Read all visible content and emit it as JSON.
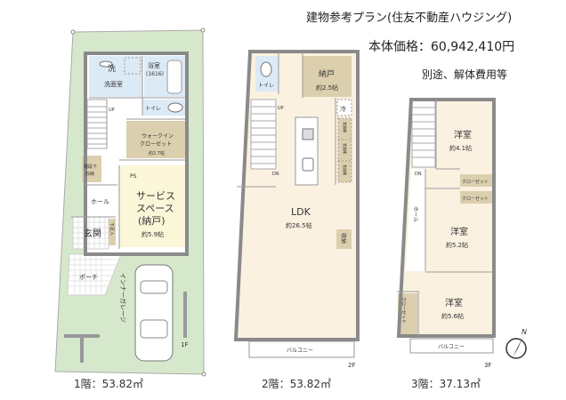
{
  "header": {
    "title": "建物参考プラン(住友不動産ハウジング)",
    "price": "本体価格：60,942,410円",
    "note": "別途、解体費用等"
  },
  "floor1": {
    "area_label": "1階：53.82㎡",
    "floor_tag": "1F",
    "rooms": {
      "washroom": "洗面室",
      "washer": "洗",
      "bath": "浴室",
      "bath_size": "(1616)",
      "toilet": "トイレ",
      "up": "UP",
      "wic_1": "ウォークイン",
      "wic_2": "クローゼット",
      "wic_size": "約2.7帖",
      "understair_1": "階段下",
      "understair_2": "収納",
      "ps": "PS",
      "service_1": "サービス",
      "service_2": "スペース",
      "service_3": "(納戸)",
      "service_size": "約5.9帖",
      "hall": "ホール",
      "entrance": "玄関",
      "shoe": "下足入",
      "porch": "ポーチ",
      "garage": "インナーガレージ"
    }
  },
  "floor2": {
    "area_label": "2階：53.82㎡",
    "floor_tag": "2F",
    "rooms": {
      "toilet": "トイレ",
      "storage": "納戸",
      "storage_size": "約2.5帖",
      "fridge": "冷",
      "cupboard": "食器棚",
      "up": "UP",
      "dn": "DN",
      "ldk": "LDK",
      "ldk_size": "約26.5帖",
      "closet": "収納",
      "balcony": "バルコニー"
    }
  },
  "floor3": {
    "area_label": "3階：37.13㎡",
    "floor_tag": "3F",
    "rooms": {
      "room1": "洋室",
      "room1_size": "約4.1帖",
      "closet": "クローゼット",
      "room2": "洋室",
      "room2_size": "約5.2帖",
      "hall": "ホール",
      "dn": "DN",
      "room3": "洋室",
      "room3_size": "約5.6帖",
      "balcony": "バルコニー"
    }
  },
  "compass": {
    "label": "N"
  },
  "colors": {
    "site": "#d6e8cc",
    "floor": "#fbf1e1",
    "storage": "#dccfae",
    "service": "#fbf6d8",
    "wet": "#dceaf5",
    "wall": "#8a8a8a"
  }
}
